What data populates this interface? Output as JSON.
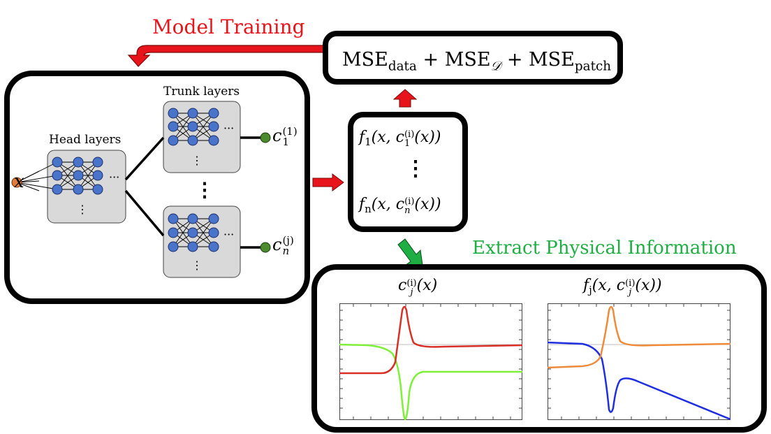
{
  "labels": {
    "model_training": "Model Training",
    "extract_info": "Extract Physical Information",
    "head_layers": "Head layers",
    "trunk_layers": "Trunk layers",
    "input_x": "x"
  },
  "loss": {
    "mse": "MSE",
    "data_sub": "data",
    "d_sub": "𝒟",
    "patch_sub": "patch",
    "plus": "+"
  },
  "outputs": {
    "c1_top": "c",
    "c1_sub": "1",
    "c1_sup": "(1)",
    "cn_sub": "n",
    "cn_sup": "(j)"
  },
  "functions": {
    "f1": "f",
    "f1_sub": "1",
    "fn_sub": "n",
    "c_sup": "(i)",
    "dots": "⋮"
  },
  "plots": {
    "left_title_c": "c",
    "left_title_sub": "j",
    "left_title_sup": "(i)",
    "left_title_rest": "(x)",
    "right_title_f": "f",
    "right_title_sub": "j",
    "right_title_mid": "(x, c",
    "right_title_sup": "(i)",
    "right_title_end": "(x))"
  },
  "colors": {
    "arrow_red": "#e8141c",
    "arrow_green": "#1fae43",
    "node_blue": "#4a74c9",
    "node_orange": "#e07b39",
    "node_green": "#4c8a2e",
    "curve_red": "#d73027",
    "curve_lime": "#7ef03a",
    "curve_orange": "#ee8a3a",
    "curve_blue": "#1f2fe0"
  }
}
